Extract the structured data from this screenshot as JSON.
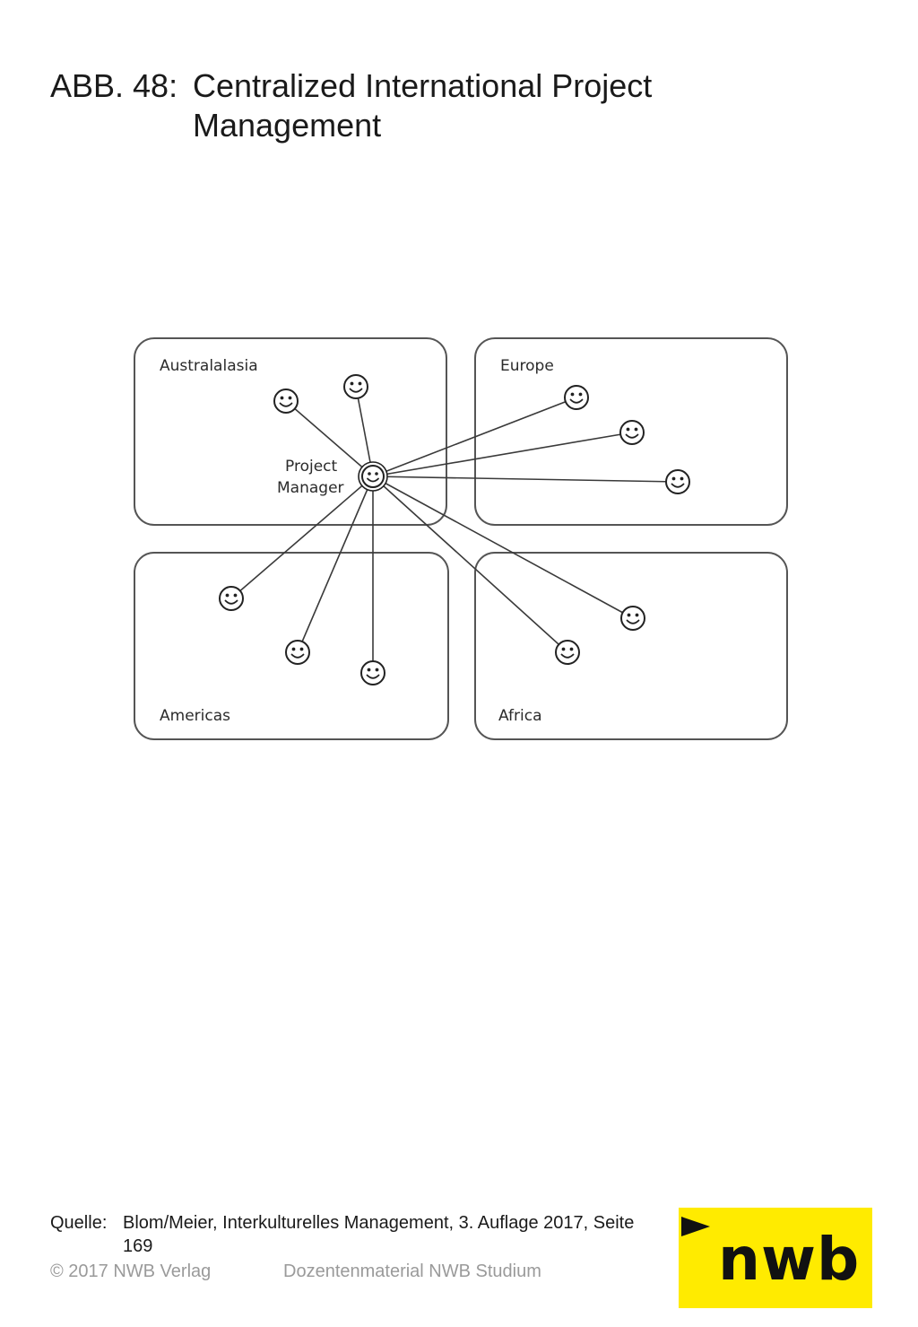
{
  "title": {
    "prefix": "ABB. 48:",
    "text": "Centralized International Project Management"
  },
  "diagram": {
    "center_label_lines": [
      "Project",
      "Manager"
    ],
    "regions": [
      {
        "id": "australasia",
        "label": "Australalasia",
        "member_count": 2
      },
      {
        "id": "europe",
        "label": "Europe",
        "member_count": 3
      },
      {
        "id": "americas",
        "label": "Americas",
        "member_count": 3
      },
      {
        "id": "africa",
        "label": "Africa",
        "member_count": 2
      }
    ]
  },
  "source": {
    "prefix": "Quelle:",
    "text": "Blom/Meier, Interkulturelles Management, 3. Auflage 2017, Seite 169"
  },
  "footer": {
    "copyright": "© 2017 NWB Verlag",
    "material": "Dozentenmaterial NWB Studium"
  },
  "logo": {
    "text": "nwb",
    "color": "#ffeb00"
  }
}
